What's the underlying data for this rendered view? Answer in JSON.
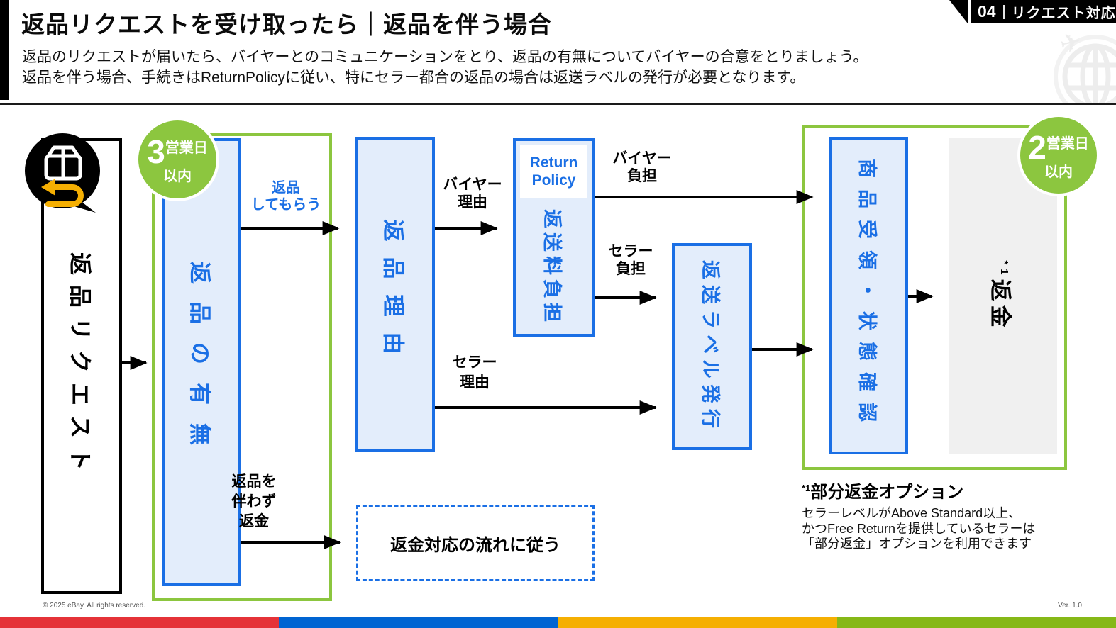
{
  "header": {
    "title": "返品リクエストを受け取ったら｜返品を伴う場合",
    "subtitle_line1": "返品のリクエストが届いたら、バイヤーとのコミュニケーションをとり、返品の有無についてバイヤーの合意をとりましょう。",
    "subtitle_line2": "返品を伴う場合、手続きはReturnPolicyに従い、特にセラー都合の返品の場合は返送ラベルの発行が必要となります。",
    "chapter_badge": {
      "number": "04",
      "label": "リクエスト対応"
    }
  },
  "flow": {
    "request_box": "返品リクエスト",
    "badge_3days": {
      "number": "3",
      "unit": "営業日",
      "within": "以内"
    },
    "badge_2days": {
      "number": "2",
      "unit": "営業日",
      "within": "以内"
    },
    "box_return_yesno": "返品の有無",
    "box_return_reason": "返品理由",
    "box_shipping_fee": {
      "header": "Return Policy",
      "label": "返送料負担"
    },
    "box_label_issue": "返送ラベル発行",
    "box_receive_check": "商品受領・状態確認",
    "box_refund": {
      "note_ref": "*1",
      "label": "返金"
    },
    "dashed_box": "返金対応の流れに従う",
    "labels": {
      "return_accept": [
        "返品",
        "してもらう"
      ],
      "buyer_reason": [
        "バイヤー",
        "理由"
      ],
      "buyer_pay": [
        "バイヤー",
        "負担"
      ],
      "seller_pay": [
        "セラー",
        "負担"
      ],
      "seller_reason": [
        "セラー",
        "理由"
      ],
      "refund_without_return": [
        "返品を",
        "伴わず",
        "返金"
      ]
    }
  },
  "annotation": {
    "ref": "*1",
    "title": "部分返金オプション",
    "line1": "セラーレベルがAbove Standard以上、",
    "line2": "かつFree Returnを提供しているセラーは",
    "line3": "「部分返金」オプションを利用できます"
  },
  "footer": {
    "copyright": "© 2025 eBay. All rights reserved.",
    "version": "Ver. 1.0"
  },
  "colors": {
    "accent_blue": "#1A6FE5",
    "blue_fill": "#E3EDFB",
    "green": "#8CC63F",
    "bar_red": "#E53238",
    "bar_blue": "#0064D2",
    "bar_yellow": "#F5AF02",
    "bar_green": "#86B817",
    "gray_fill": "#F0F0F0",
    "icon_yellow": "#F5AF02"
  }
}
